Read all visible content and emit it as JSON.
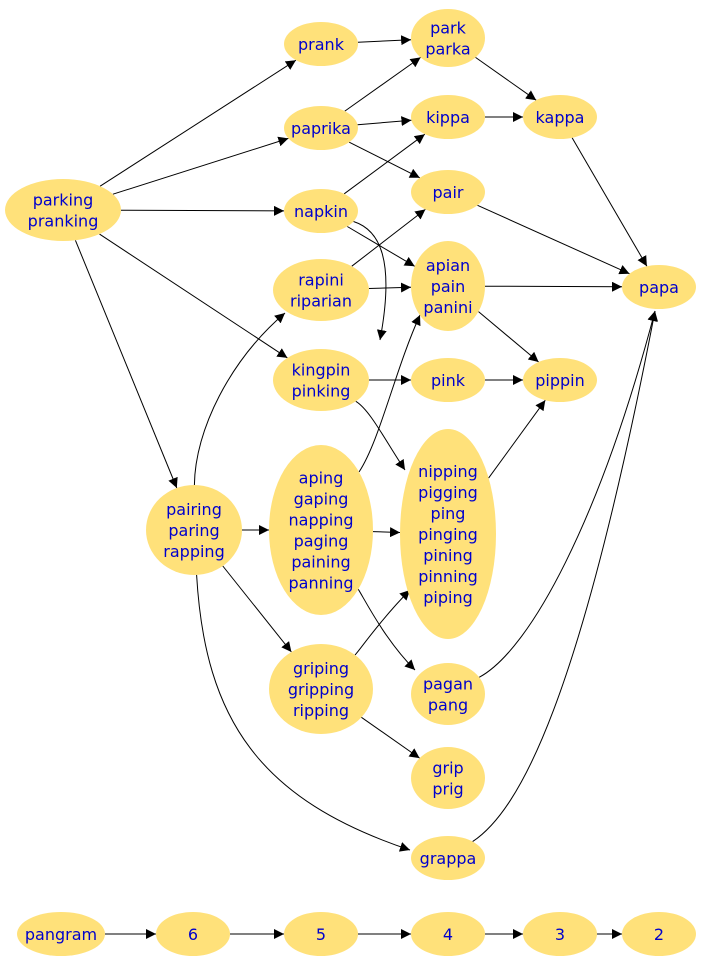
{
  "graph": {
    "nodes": [
      {
        "id": "prank",
        "lines": [
          "prank"
        ]
      },
      {
        "id": "park",
        "lines": [
          "park",
          "parka"
        ]
      },
      {
        "id": "paprika",
        "lines": [
          "paprika"
        ]
      },
      {
        "id": "kippa",
        "lines": [
          "kippa"
        ]
      },
      {
        "id": "kappa",
        "lines": [
          "kappa"
        ]
      },
      {
        "id": "parking",
        "lines": [
          "parking",
          "pranking"
        ]
      },
      {
        "id": "napkin",
        "lines": [
          "napkin"
        ]
      },
      {
        "id": "pair",
        "lines": [
          "pair"
        ]
      },
      {
        "id": "apian",
        "lines": [
          "apian",
          "pain",
          "panini"
        ]
      },
      {
        "id": "papa",
        "lines": [
          "papa"
        ]
      },
      {
        "id": "rapini",
        "lines": [
          "rapini",
          "riparian"
        ]
      },
      {
        "id": "kingpin",
        "lines": [
          "kingpin",
          "pinking"
        ]
      },
      {
        "id": "pink",
        "lines": [
          "pink"
        ]
      },
      {
        "id": "pippin",
        "lines": [
          "pippin"
        ]
      },
      {
        "id": "aping",
        "lines": [
          "aping",
          "gaping",
          "napping",
          "paging",
          "paining",
          "panning"
        ]
      },
      {
        "id": "nipping",
        "lines": [
          "nipping",
          "pigging",
          "ping",
          "pinging",
          "pining",
          "pinning",
          "piping"
        ]
      },
      {
        "id": "pairing",
        "lines": [
          "pairing",
          "paring",
          "rapping"
        ]
      },
      {
        "id": "griping",
        "lines": [
          "griping",
          "gripping",
          "ripping"
        ]
      },
      {
        "id": "pagan",
        "lines": [
          "pagan",
          "pang"
        ]
      },
      {
        "id": "grip",
        "lines": [
          "grip",
          "prig"
        ]
      },
      {
        "id": "grappa",
        "lines": [
          "grappa"
        ]
      },
      {
        "id": "pangram",
        "lines": [
          "pangram"
        ]
      },
      {
        "id": "n6",
        "lines": [
          "6"
        ]
      },
      {
        "id": "n5",
        "lines": [
          "5"
        ]
      },
      {
        "id": "n4",
        "lines": [
          "4"
        ]
      },
      {
        "id": "n3",
        "lines": [
          "3"
        ]
      },
      {
        "id": "n2",
        "lines": [
          "2"
        ]
      }
    ],
    "edges": [
      [
        "parking",
        "prank"
      ],
      [
        "parking",
        "paprika"
      ],
      [
        "parking",
        "napkin"
      ],
      [
        "parking",
        "kingpin"
      ],
      [
        "parking",
        "pairing"
      ],
      [
        "prank",
        "park"
      ],
      [
        "paprika",
        "park"
      ],
      [
        "paprika",
        "kippa"
      ],
      [
        "paprika",
        "pair"
      ],
      [
        "park",
        "kappa"
      ],
      [
        "kippa",
        "kappa"
      ],
      [
        "kappa",
        "papa"
      ],
      [
        "napkin",
        "kippa"
      ],
      [
        "napkin",
        "apian"
      ],
      [
        "napkin",
        "pink"
      ],
      [
        "pair",
        "papa"
      ],
      [
        "apian",
        "papa"
      ],
      [
        "apian",
        "pippin"
      ],
      [
        "rapini",
        "pair"
      ],
      [
        "rapini",
        "apian"
      ],
      [
        "kingpin",
        "pink"
      ],
      [
        "kingpin",
        "nipping"
      ],
      [
        "pink",
        "pippin"
      ],
      [
        "pairing",
        "rapini"
      ],
      [
        "pairing",
        "aping"
      ],
      [
        "pairing",
        "griping"
      ],
      [
        "pairing",
        "grappa"
      ],
      [
        "aping",
        "apian"
      ],
      [
        "aping",
        "nipping"
      ],
      [
        "aping",
        "pagan"
      ],
      [
        "nipping",
        "pippin"
      ],
      [
        "griping",
        "nipping"
      ],
      [
        "griping",
        "grip"
      ],
      [
        "pagan",
        "papa"
      ],
      [
        "grappa",
        "papa"
      ],
      [
        "pangram",
        "n6"
      ],
      [
        "n6",
        "n5"
      ],
      [
        "n5",
        "n4"
      ],
      [
        "n4",
        "n3"
      ],
      [
        "n3",
        "n2"
      ]
    ]
  }
}
